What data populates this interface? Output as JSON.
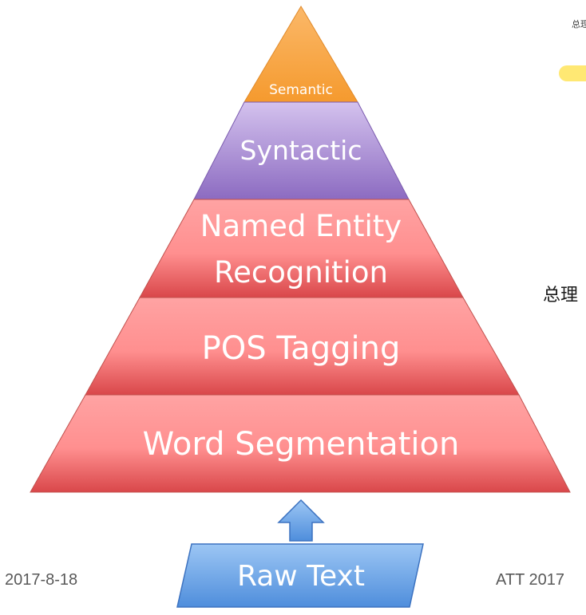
{
  "pyramid": {
    "layers": [
      {
        "label": "Semantic",
        "color": "orange"
      },
      {
        "label": "Syntactic",
        "color": "purple"
      },
      {
        "label_line1": "Named Entity",
        "label_line2": "Recognition",
        "color": "red"
      },
      {
        "label": "POS Tagging",
        "color": "red"
      },
      {
        "label": "Word Segmentation",
        "color": "red"
      }
    ],
    "colors": {
      "orange_top": "#FBB869",
      "orange_bottom": "#F59A2E",
      "purple_top": "#C9B3E8",
      "purple_bottom": "#8C6BC1",
      "red_top": "#FF9C9C",
      "red_bottom": "#D9474A",
      "edge": "#C0504D"
    }
  },
  "input": {
    "label": "Raw Text",
    "fill": "#6FA8E8",
    "arrow_fill": "#6FA8E8"
  },
  "footer": {
    "date": "2017-8-18",
    "right": "ATT 2017"
  },
  "side": {
    "small_text": "总理",
    "large_text": "总理"
  }
}
